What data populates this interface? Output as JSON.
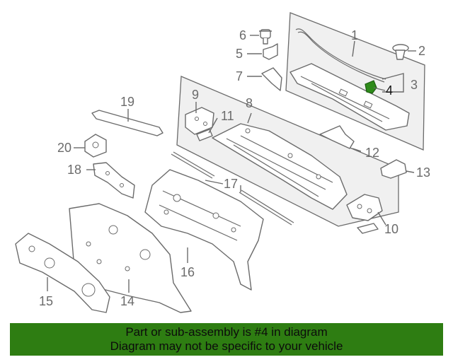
{
  "diagram": {
    "callouts": [
      "1",
      "2",
      "3",
      "4",
      "5",
      "6",
      "7",
      "8",
      "9",
      "10",
      "11",
      "12",
      "13",
      "14",
      "15",
      "16",
      "17",
      "18",
      "19",
      "20"
    ],
    "highlight_callout": "4",
    "colors": {
      "line": "#6b6b6b",
      "highlight_part": "#2e8b1a",
      "banner": "#2e7d12",
      "panel": "#f0f0f0"
    }
  },
  "banner": {
    "line1": "Part or sub-assembly is #4 in diagram",
    "line2": "Diagram may not be specific to your vehicle"
  }
}
